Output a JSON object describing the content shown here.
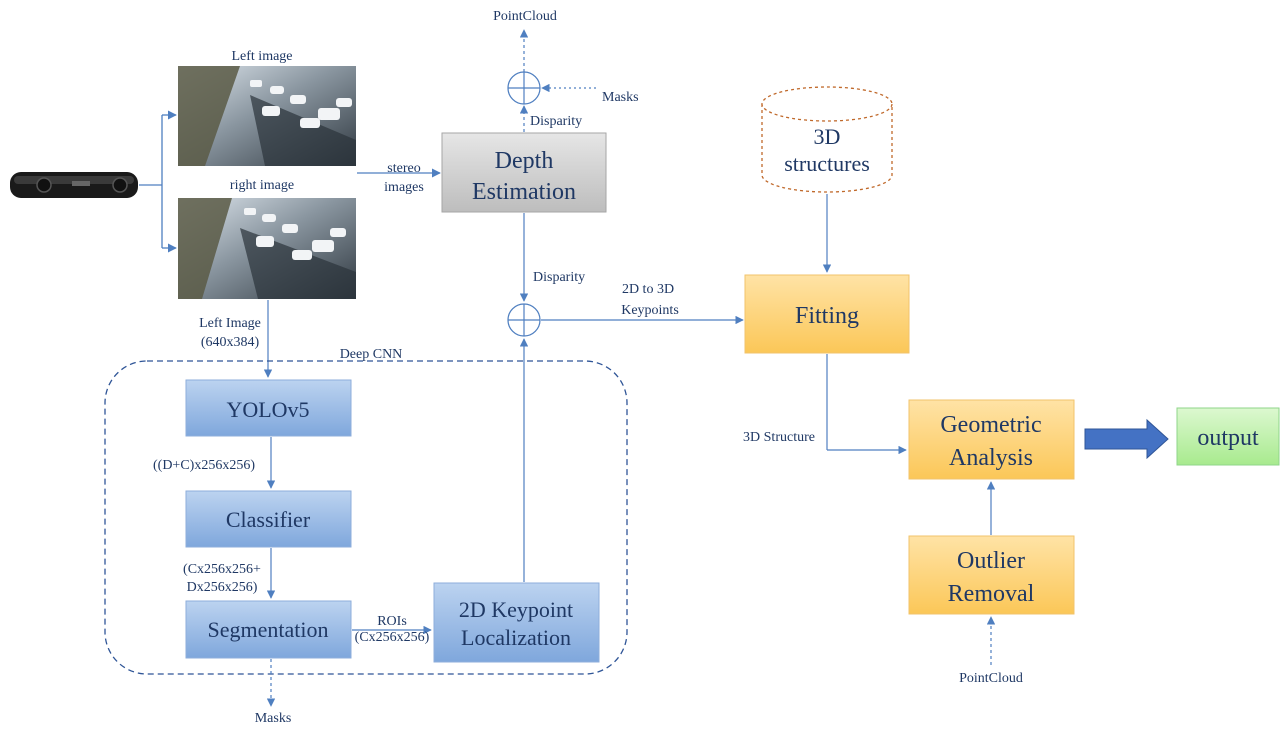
{
  "labels": {
    "left_image": "Left image",
    "right_image": "right image",
    "stereo_images": [
      "stereo",
      "images"
    ],
    "pointcloud_top": "PointCloud",
    "masks_top": "Masks",
    "disparity_top": "Disparity",
    "disparity_mid": "Disparity",
    "left_image_input": [
      "Left Image",
      "(640x384)"
    ],
    "deep_cnn": "Deep CNN",
    "dc_dims": "((D+C)x256x256)",
    "cx_dims": [
      "(Cx256x256+",
      "Dx256x256)"
    ],
    "rois": [
      "ROIs",
      "(Cx256x256)"
    ],
    "masks_bottom": "Masks",
    "keypoints_2d3d": [
      "2D to 3D",
      "Keypoints"
    ],
    "structure_3d": "3D Structure",
    "pointcloud_bottom": "PointCloud"
  },
  "boxes": {
    "depth_estimation": [
      "Depth",
      "Estimation"
    ],
    "yolov5": "YOLOv5",
    "classifier": "Classifier",
    "segmentation": "Segmentation",
    "keypoint_localization": [
      "2D Keypoint",
      "Localization"
    ],
    "structures_3d": [
      "3D",
      "structures"
    ],
    "fitting": "Fitting",
    "geometric_analysis": [
      "Geometric",
      "Analysis"
    ],
    "outlier_removal": [
      "Outlier",
      "Removal"
    ],
    "output": "output"
  },
  "colors": {
    "text": "#1f3864",
    "arrow": "#4f7fc0",
    "blue_box_top": "#bcd3f0",
    "blue_box_bottom": "#7fa7dc",
    "gray_box_top": "#e6e6e6",
    "gray_box_bottom": "#bdbdbd",
    "orange_box_top": "#ffe3a6",
    "orange_box_bottom": "#fbc758",
    "green_box_top": "#dcf8d0",
    "green_box_bottom": "#a8ea8e",
    "cylinder_border": "#c0692b"
  }
}
